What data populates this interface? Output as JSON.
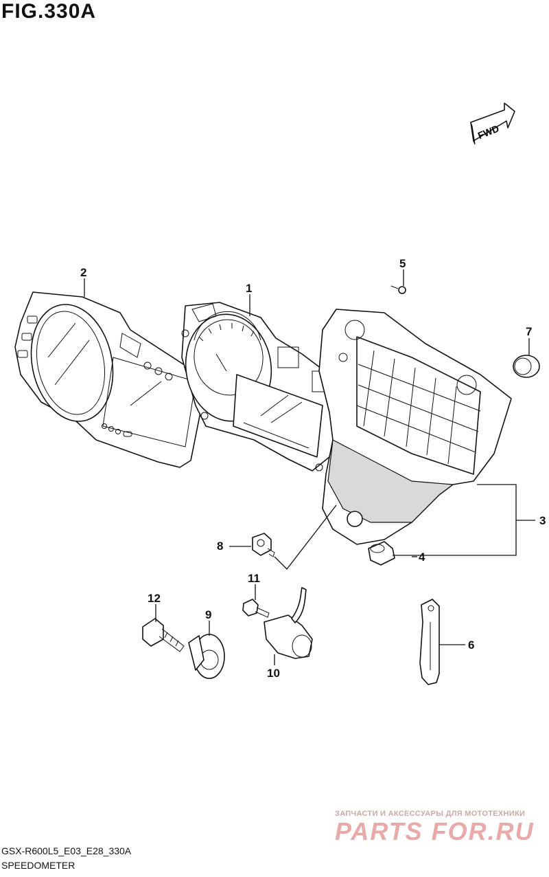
{
  "figure": {
    "title": "FIG.330A"
  },
  "direction_badge": {
    "label": "FWD"
  },
  "callouts": [
    {
      "id": "1",
      "label": "1"
    },
    {
      "id": "2",
      "label": "2"
    },
    {
      "id": "3",
      "label": "3"
    },
    {
      "id": "4",
      "label": "4"
    },
    {
      "id": "5",
      "label": "5"
    },
    {
      "id": "6",
      "label": "6"
    },
    {
      "id": "7",
      "label": "7"
    },
    {
      "id": "8",
      "label": "8"
    },
    {
      "id": "9",
      "label": "9"
    },
    {
      "id": "10",
      "label": "10"
    },
    {
      "id": "11",
      "label": "11"
    },
    {
      "id": "12",
      "label": "12"
    }
  ],
  "footer": {
    "model_code": "GSX-R600L5_E03_E28_330A",
    "section_name": "SPEEDOMETER"
  },
  "watermark": {
    "caption": "ЗАПЧАСТИ И АКСЕССУАРЫ ДЛЯ МОТОТЕХНИКИ",
    "brand": "PARTS FOR.RU"
  }
}
